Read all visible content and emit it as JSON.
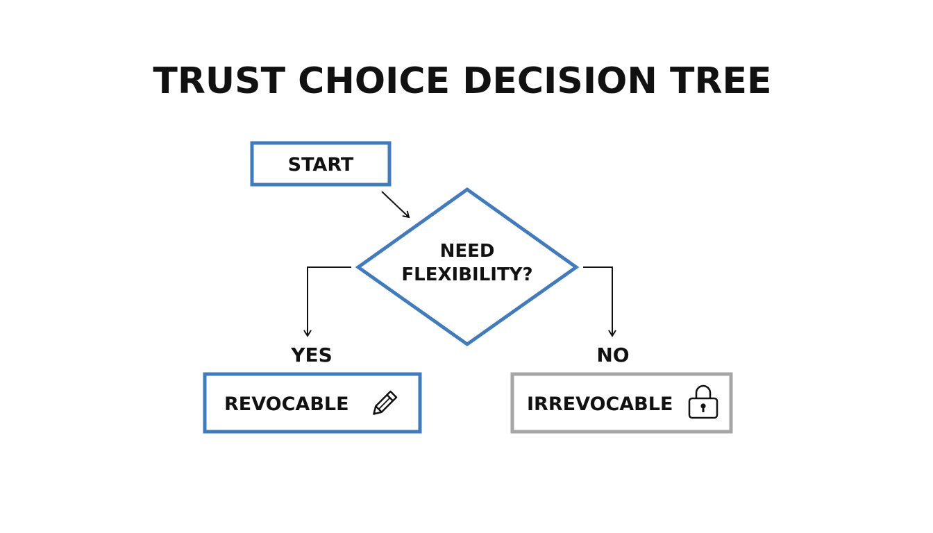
{
  "title": "TRUST CHOICE DECISION TREE",
  "start": {
    "label": "START"
  },
  "decision": {
    "line1": "NEED",
    "line2": "FLEXIBILITY?"
  },
  "branches": {
    "yes": {
      "label": "YES"
    },
    "no": {
      "label": "NO"
    }
  },
  "outcomes": {
    "revocable": {
      "label": "REVOCABLE",
      "icon": "pencil-icon"
    },
    "irrevocable": {
      "label": "IRREVOCABLE",
      "icon": "lock-icon"
    }
  },
  "colors": {
    "accent": "#3f7bbf",
    "muted": "#a6a6a6",
    "text": "#111111"
  }
}
